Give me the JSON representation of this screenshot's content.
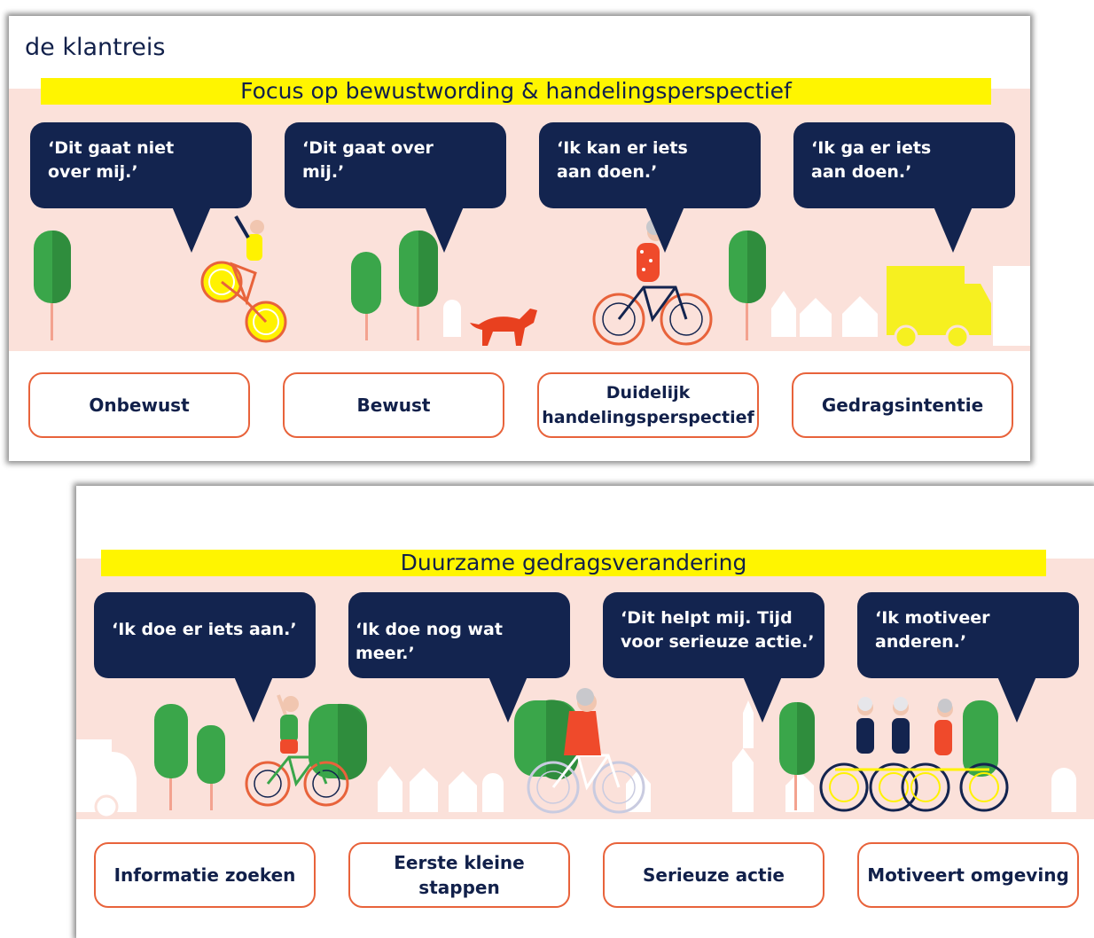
{
  "panel1": {
    "heading": "de klantreis",
    "banner": "Focus op bewustwording & handelingsperspectief",
    "bubbles": [
      "‘Dit gaat niet over mij.’",
      "‘Dit gaat over mij.’",
      "‘Ik kan er iets aan doen.’",
      "‘Ik ga er iets aan doen.’"
    ],
    "stages": [
      "Onbewust",
      "Bewust",
      "Duidelijk handelingsperspectief",
      "Gedragsintentie"
    ]
  },
  "panel2": {
    "banner": "Duurzame gedragsverandering",
    "bubbles": [
      "‘Ik doe er iets aan.’",
      "‘Ik doe nog wat meer.’",
      "‘Dit helpt mij. Tijd voor serieuze actie.’",
      "‘Ik motiveer anderen.’"
    ],
    "stages": [
      "Informatie zoeken",
      "Eerste kleine stappen",
      "Serieuze actie",
      "Motiveert omgeving"
    ]
  },
  "colors": {
    "navy": "#13244f",
    "banner_yellow": "#fff500",
    "pink_background": "#fbe1da",
    "stage_border_orange": "#e8633b",
    "tree_green": "#3aa64a",
    "ground_grey": "#c9cbd3"
  },
  "illustrations": [
    "tree-icon",
    "cyclist-wheelie-icon",
    "dog-icon",
    "elderly-cyclist-icon",
    "truck-icon",
    "house-icon",
    "cyclist-icon",
    "cyclist-group-icon",
    "church-icon"
  ]
}
